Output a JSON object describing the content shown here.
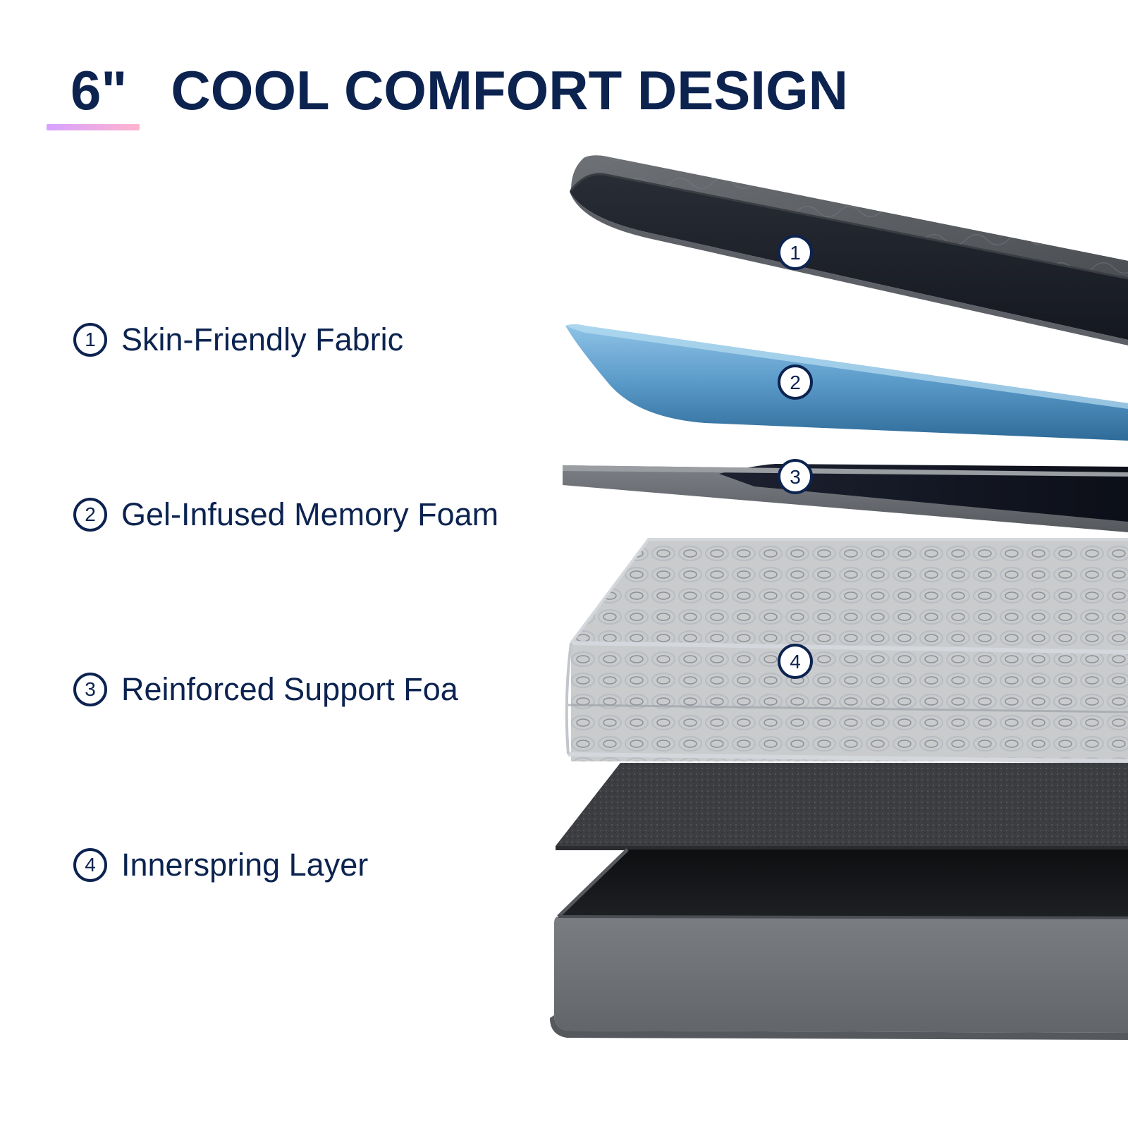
{
  "heading": {
    "size": "6\"",
    "text": "COOL COMFORT DESIGN"
  },
  "features": [
    {
      "number": "1",
      "label": "Skin-Friendly Fabric"
    },
    {
      "number": "2",
      "label": "Gel-Infused Memory Foam"
    },
    {
      "number": "3",
      "label": "Reinforced Support Foa"
    },
    {
      "number": "4",
      "label": "Innerspring Layer"
    }
  ],
  "layer_markers": [
    "1",
    "2",
    "3",
    "4"
  ],
  "colors": {
    "text": "#0c2350",
    "underline_start": "#d7a2ff",
    "underline_end": "#ffb3cd",
    "fabric": "#5a5d63",
    "gel_foam": "#5a9ac9",
    "support_foam": "#6b6e73",
    "spring": "#c8ccd2",
    "felt": "#3d3f42",
    "base": "#707378"
  }
}
